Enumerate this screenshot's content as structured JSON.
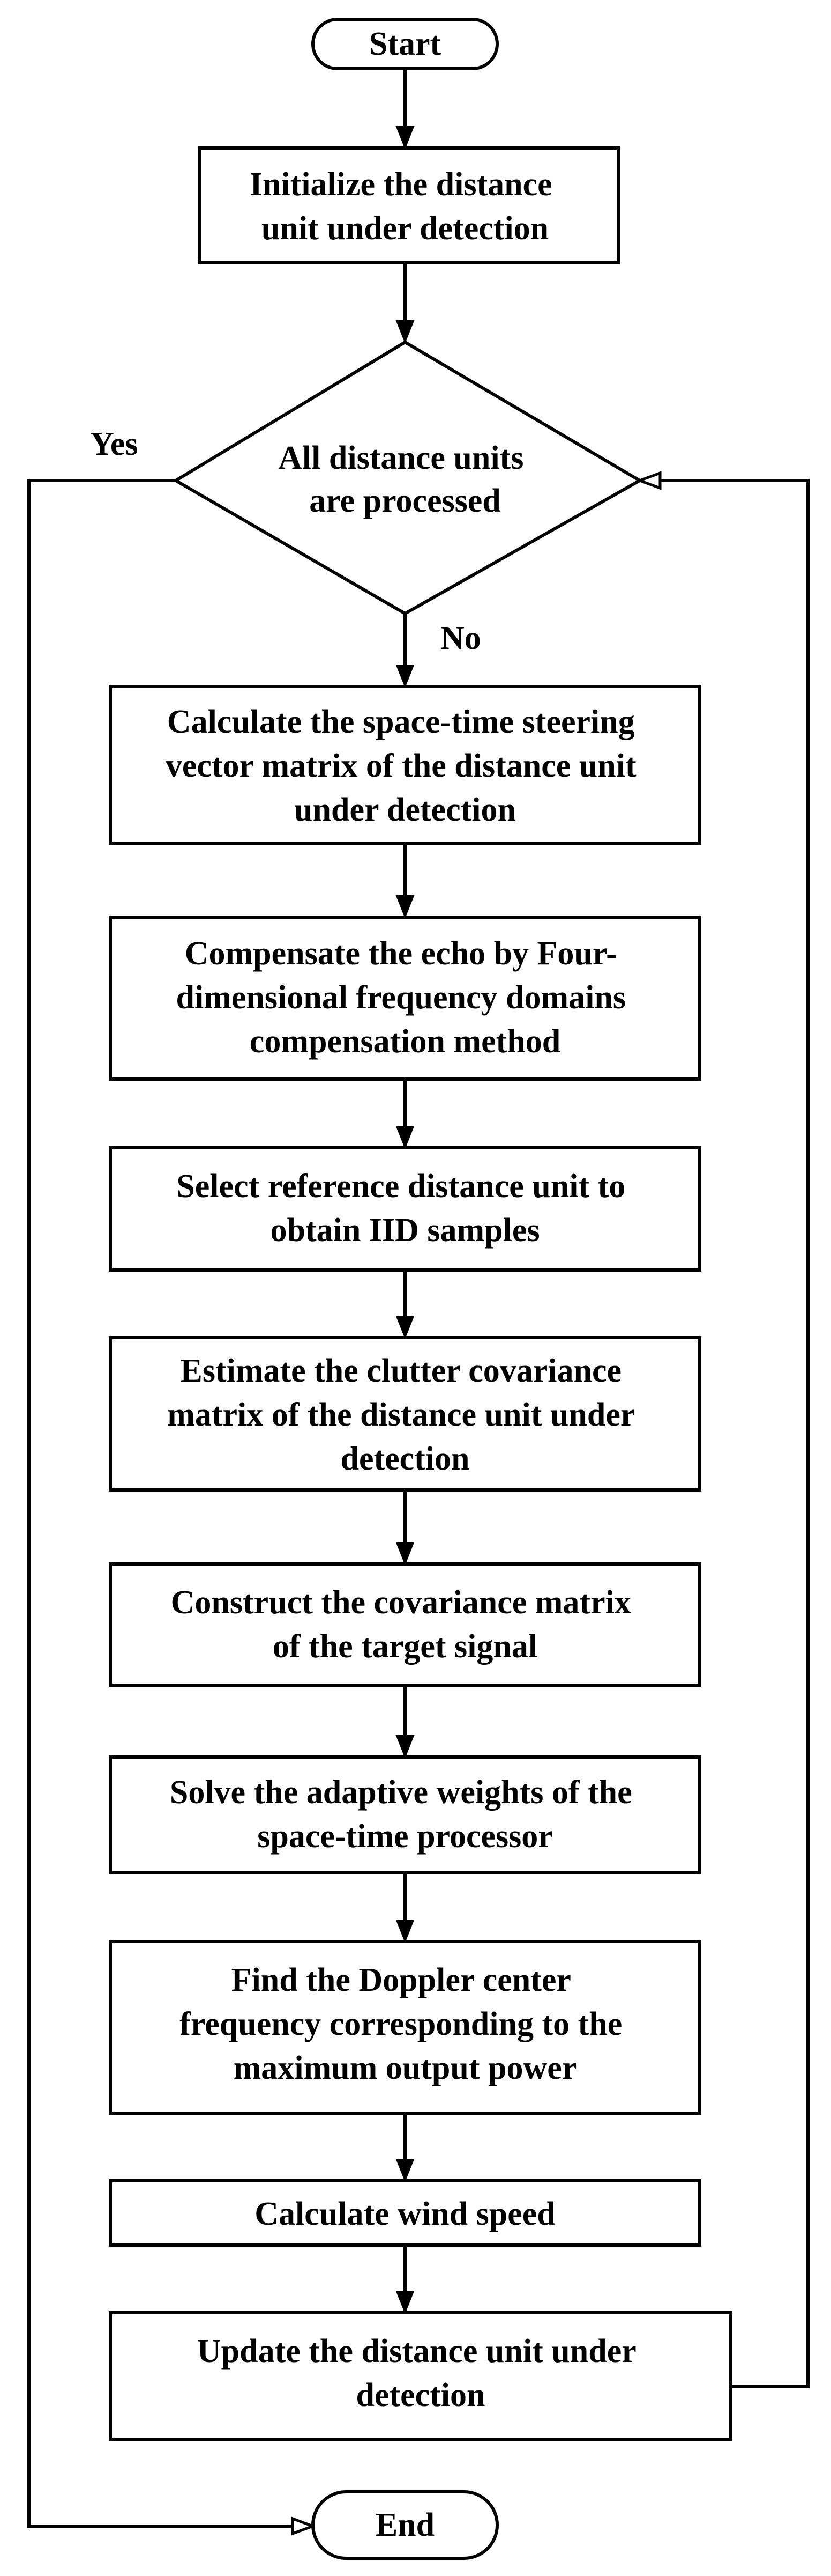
{
  "nodes": {
    "start": "Start",
    "init": [
      "Initialize the distance",
      "unit under detection"
    ],
    "decision": [
      "All distance units",
      "are processed"
    ],
    "steering": [
      "Calculate the space-time steering",
      "vector matrix of the distance unit",
      "under detection"
    ],
    "compensate": [
      "Compensate the echo by Four-",
      "dimensional frequency domains",
      "compensation method"
    ],
    "select_ref": [
      "Select reference distance unit to",
      "obtain IID samples"
    ],
    "estimate": [
      "Estimate the clutter covariance",
      "matrix of the distance unit under",
      "detection"
    ],
    "construct": [
      "Construct the covariance matrix",
      "of the target signal"
    ],
    "solve": [
      "Solve the adaptive weights of the",
      "space-time processor"
    ],
    "find": [
      "Find the Doppler center",
      "frequency corresponding to the",
      "maximum output power"
    ],
    "wind": "Calculate wind speed",
    "update": [
      "Update the distance unit under",
      "detection"
    ],
    "end": "End"
  },
  "edge_labels": {
    "yes": "Yes",
    "no": "No"
  }
}
